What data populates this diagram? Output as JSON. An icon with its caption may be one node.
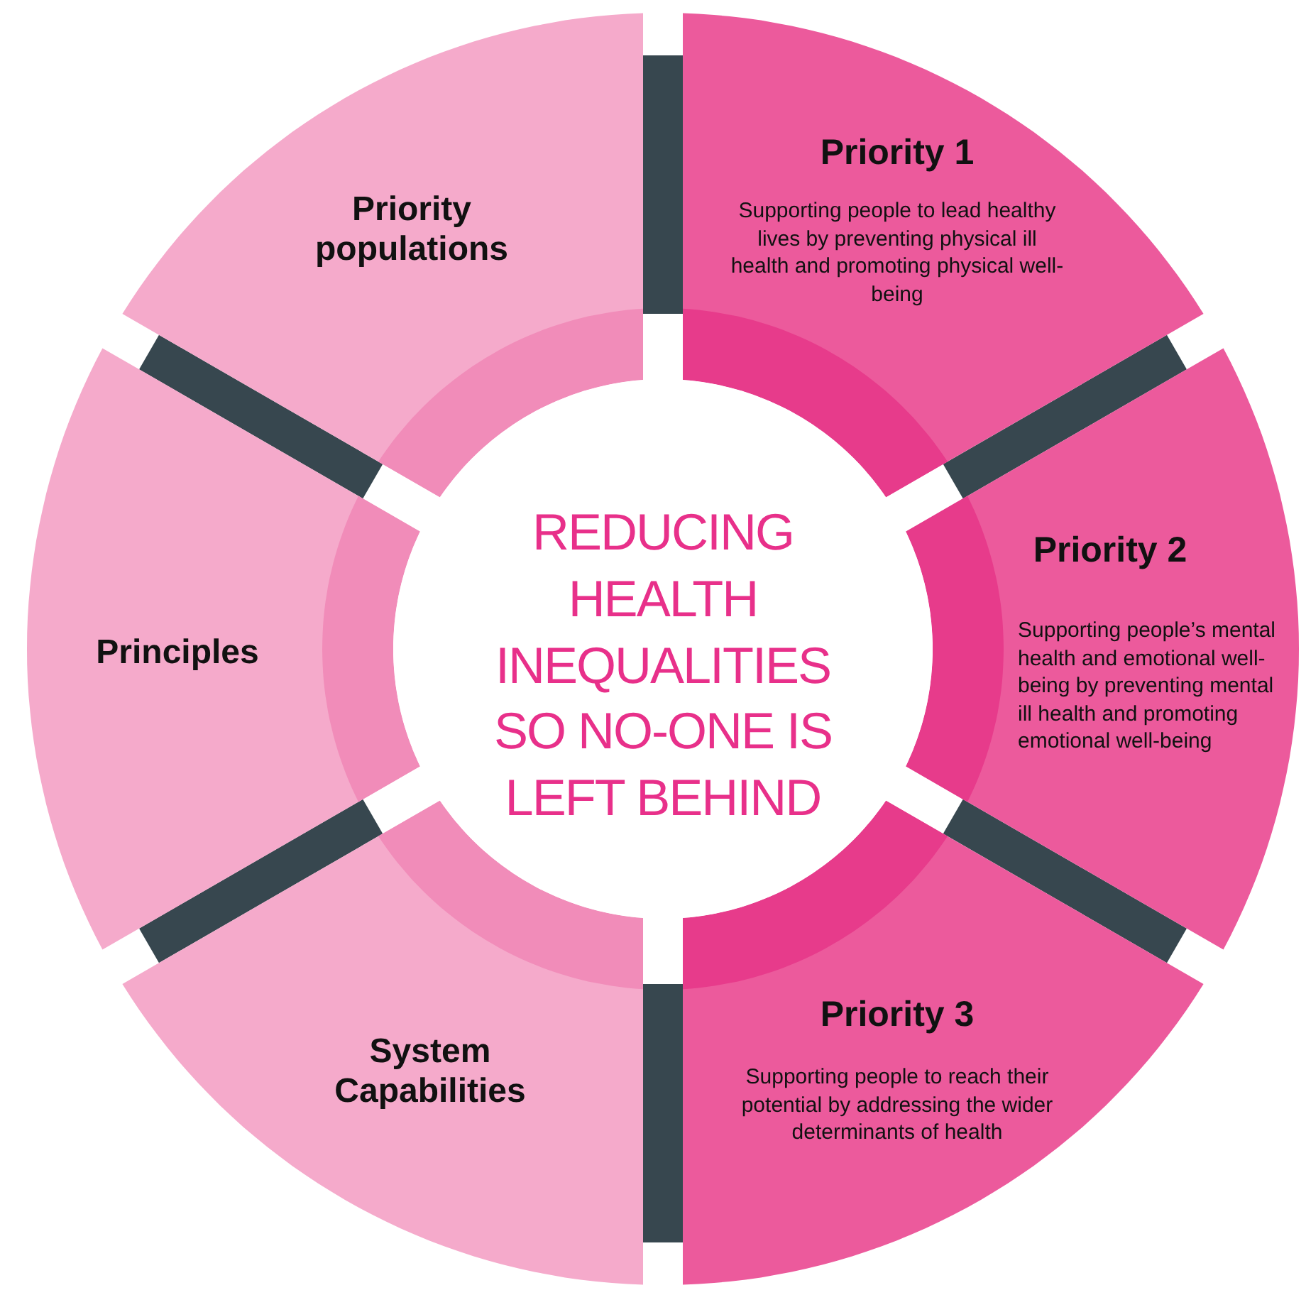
{
  "diagram": {
    "nodes": [
      {
        "text": [
          "Priority populations"
        ]
      },
      {
        "text": [
          "Priority 1",
          "Supporting people to lead healthy lives by preventing physical ill health and promoting physical well-being"
        ]
      },
      {
        "text": [
          "Principles"
        ]
      },
      {
        "text": [
          "REDUCING HEALTH INEQUALITIES SO NO-ONE IS LEFT BEHIND"
        ]
      },
      {
        "text": [
          "Priority 2",
          "Supporting people’s mental health and emotional well-being by preventing mental ill health and promoting emotional well-being"
        ]
      },
      {
        "text": [
          "System Capabilities"
        ]
      },
      {
        "text": [
          "Priority 3",
          "Supporting people to reach their potential by addressing the wider determinants of health"
        ]
      }
    ],
    "edges": []
  }
}
